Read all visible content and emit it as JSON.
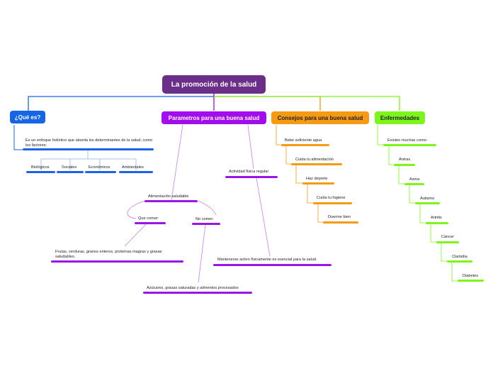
{
  "root": {
    "title": "La promoción de la salud"
  },
  "branches": {
    "que_es": {
      "title": "¿Qué es?",
      "description": "Es un enfoque holístico que aborda los determinantes de la salud, como los factores:",
      "factors": [
        "Biológicos",
        "Sociales",
        "Económicos",
        "Ambientales"
      ]
    },
    "parametros": {
      "title": "Parametros para una buena salud",
      "alimentacion": "Alimentación saludable",
      "que_comer": "Que comer:",
      "que_comer_items": "Frutas, verduras, granos enteros, proteínas magras y grasas saludables.",
      "no_comer": "No comer:",
      "no_comer_items": "Azúcares, grasas saturadas y alimentos procesados",
      "actividad": "Actividad física regular",
      "mantenerse": "Mantenerse activo físicamente es esencial para la salud."
    },
    "consejos": {
      "title": "Consejos para una buena salud",
      "items": [
        "Bebe suficiente agua",
        "Cuida tu alimentación",
        "Haz deporte",
        "Cuida tu higiene",
        "Duerme bien"
      ]
    },
    "enfermedades": {
      "title": "Enfermedades",
      "intro": "Existen muchas como:",
      "items": [
        "Ántrax",
        "Asma",
        "Autismo",
        "Artritis",
        "Cáncer",
        "Clamidia",
        "Diabetes"
      ]
    }
  },
  "colors": {
    "root": "#6b2f8a",
    "que_es": "#1565e6",
    "parametros": "#a40cf0",
    "consejos": "#f59a12",
    "enfermedades": "#7df41a"
  }
}
